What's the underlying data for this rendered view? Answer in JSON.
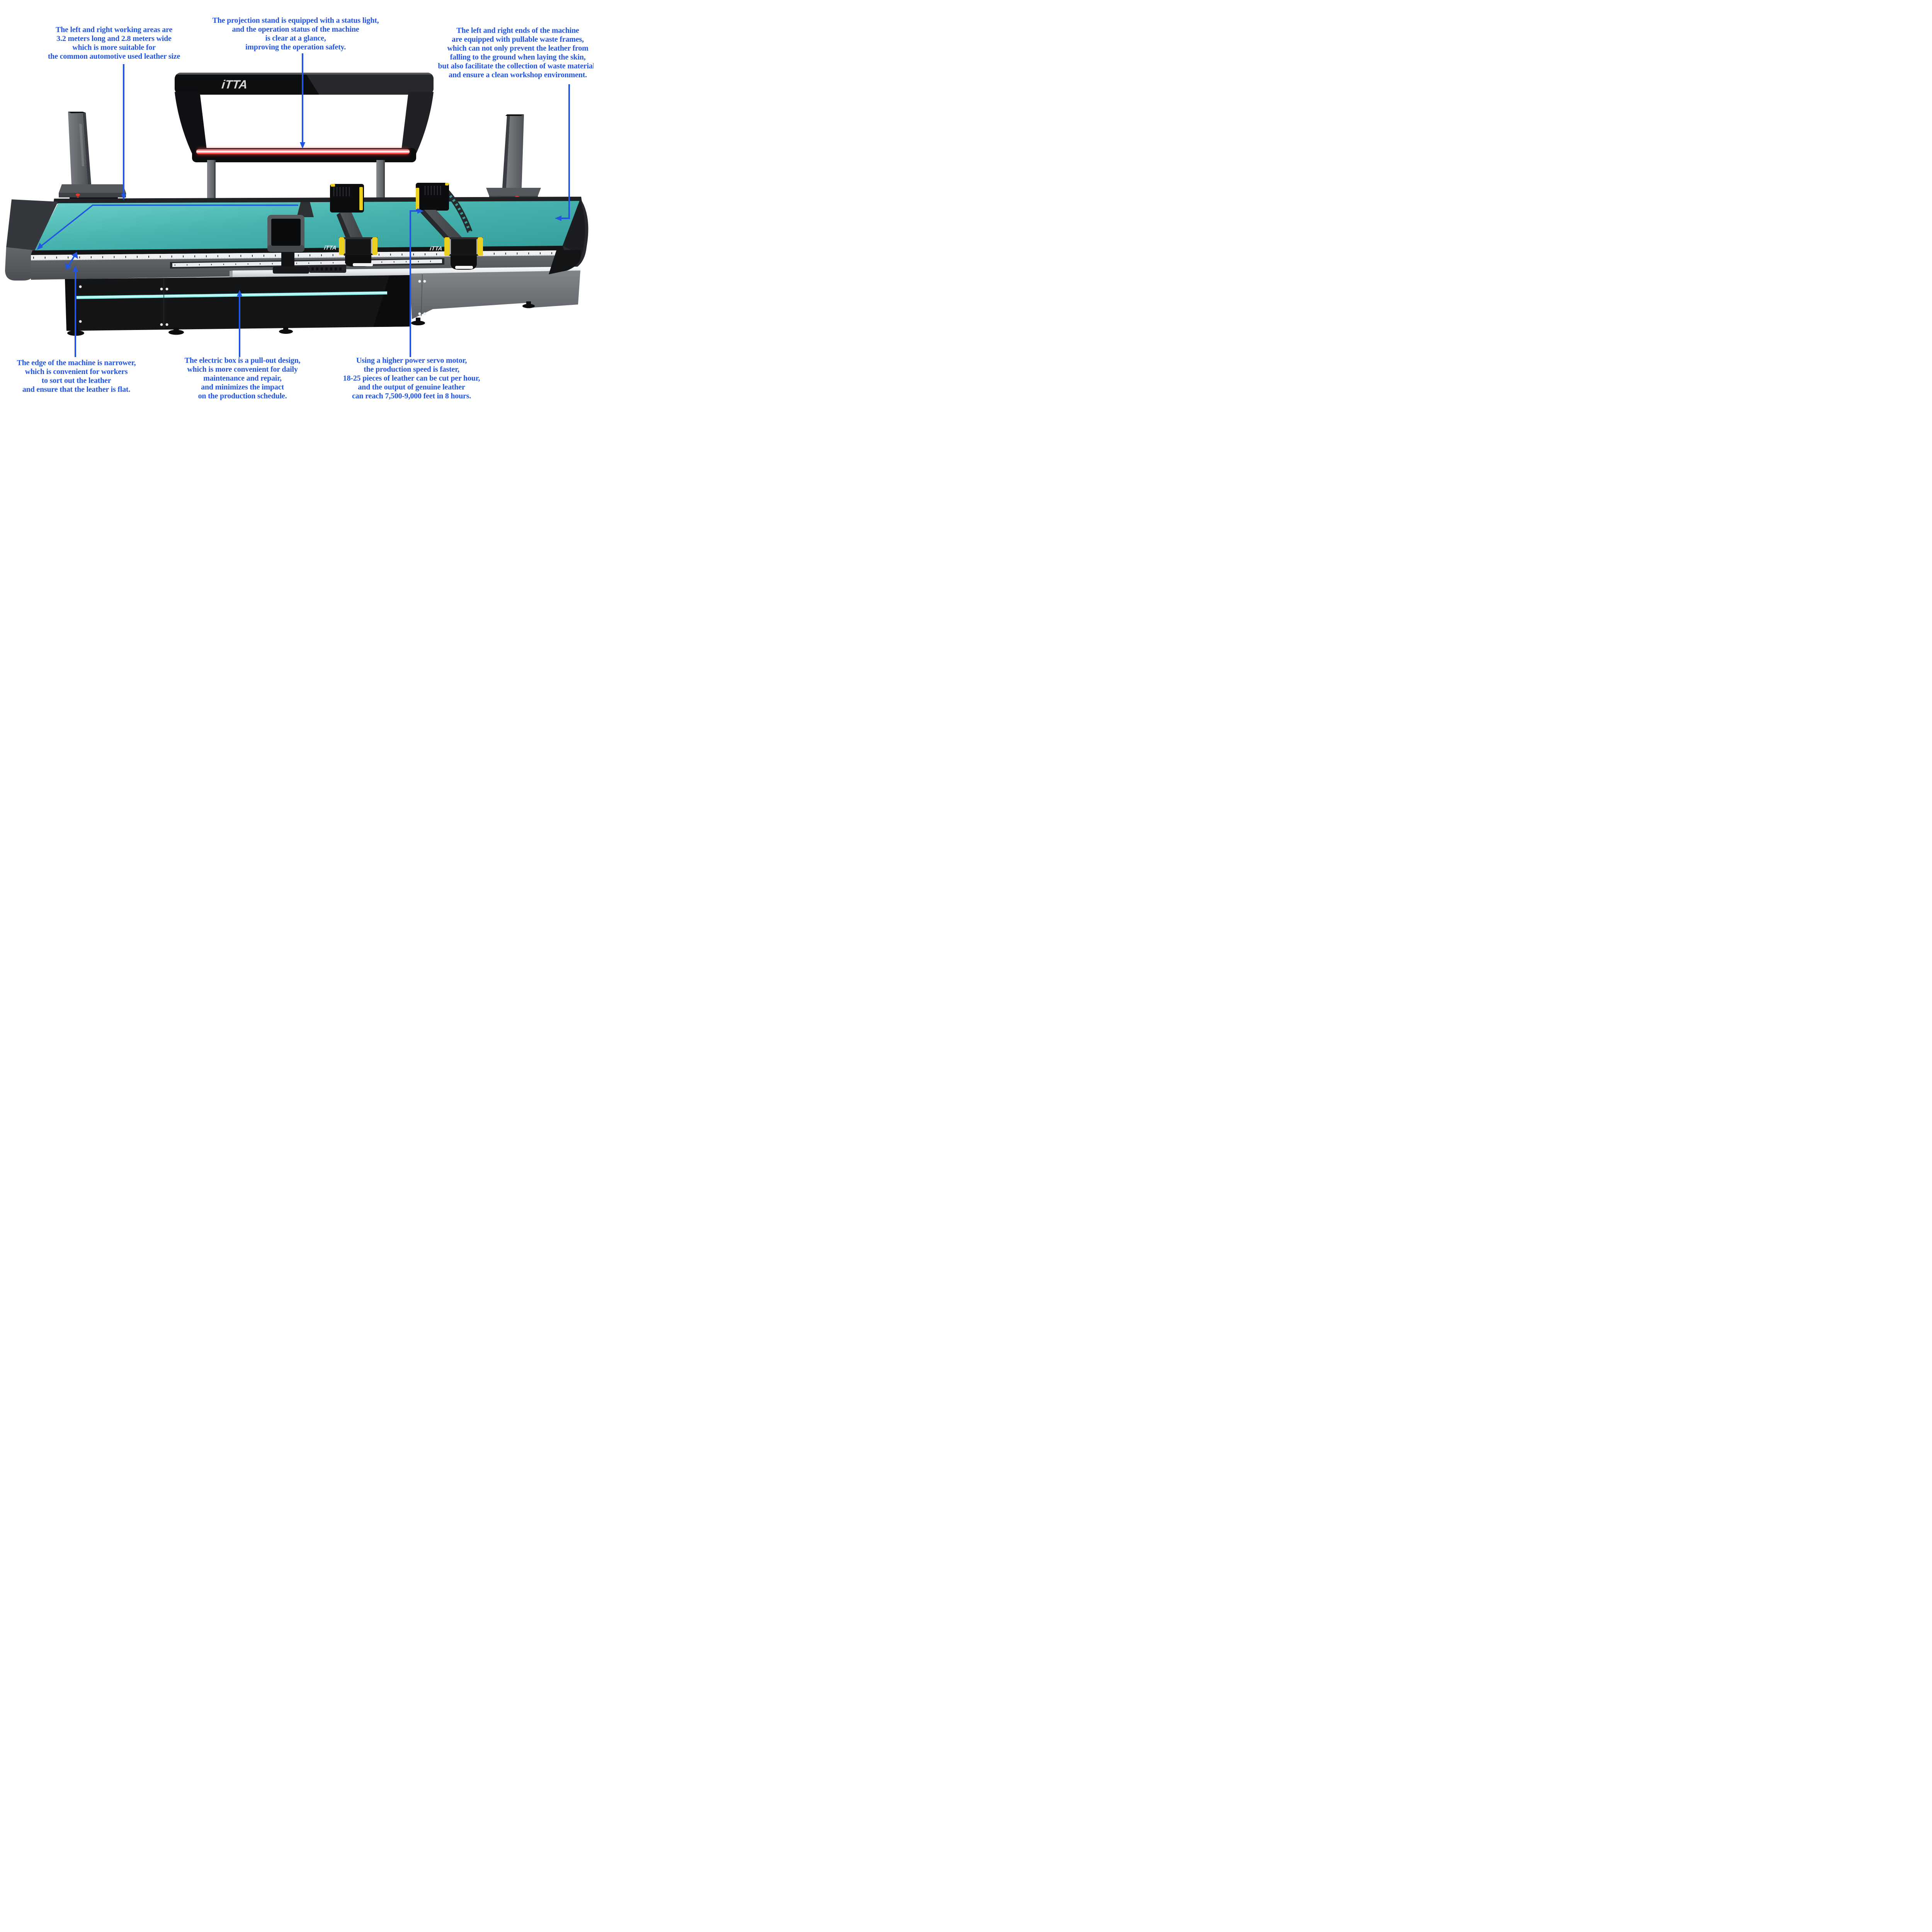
{
  "brand": {
    "logo": "iTTA"
  },
  "annotations": {
    "top_left": {
      "lines": [
        "The left and right working areas are",
        "3.2 meters long and 2.8 meters wide",
        "which is more suitable for",
        "the common automotive used leather size"
      ]
    },
    "top_center": {
      "lines": [
        "The projection stand is equipped with a status light,",
        "and the operation status of the machine",
        "is clear at a glance,",
        "improving the operation safety."
      ]
    },
    "top_right": {
      "lines": [
        "The left and right ends of the machine",
        "are equipped with pullable waste frames,",
        "which can not only prevent the leather from",
        "falling to the ground when laying the skin,",
        "but also facilitate the collection of waste materials",
        "and ensure a clean workshop environment."
      ]
    },
    "bottom_left": {
      "lines": [
        "The edge of the machine is narrower,",
        "which is convenient for workers",
        "to sort out the leather",
        "and ensure that the leather is flat."
      ]
    },
    "bottom_center": {
      "lines": [
        "The electric box is a pull-out design,",
        "which is more convenient for daily",
        "maintenance and repair,",
        "and minimizes the impact",
        "on the production schedule."
      ]
    },
    "bottom_right": {
      "lines": [
        "Using a higher power servo motor,",
        "the production speed is faster,",
        "18-25 pieces of leather can be cut per hour,",
        "and the output of genuine leather",
        "can reach 7,500-9,000 feet in 8 hours."
      ]
    }
  },
  "colors": {
    "annotation_blue": "#2255E0",
    "table_teal": "#3FAFAB",
    "status_light_red": "#FF3B34",
    "base_accent_cyan": "#8EF2EF",
    "gantry_yellow": "#ECD01F",
    "machine_dark": "#141517"
  }
}
